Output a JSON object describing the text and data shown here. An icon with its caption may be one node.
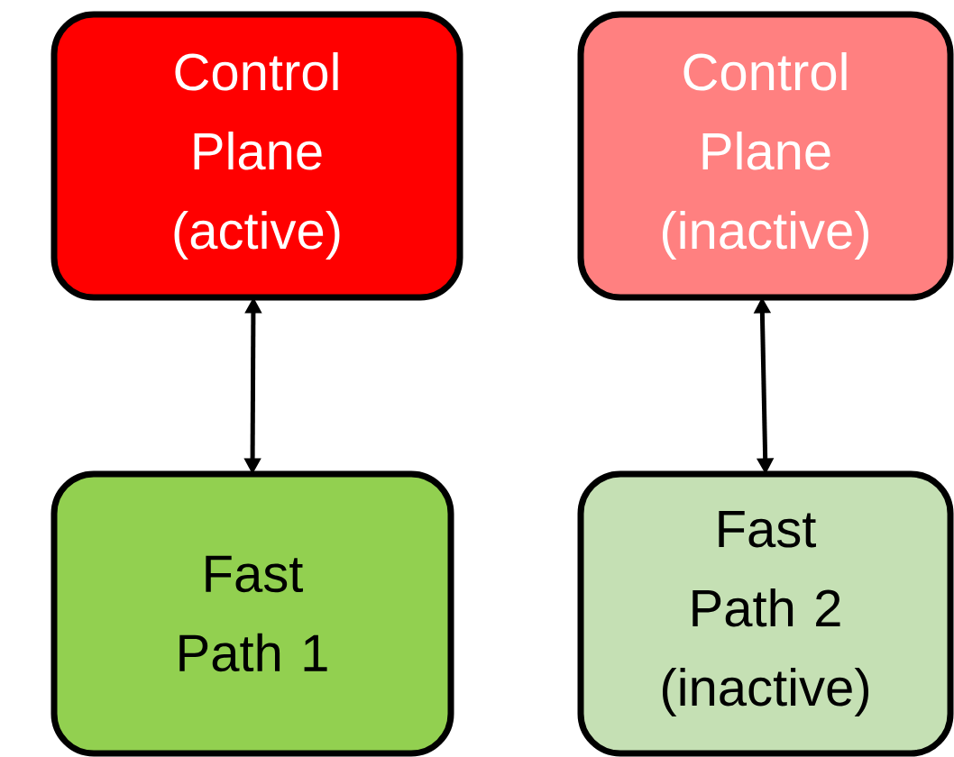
{
  "diagram": {
    "nodes": [
      {
        "text": [
          "Control Plane (active)"
        ]
      },
      {
        "text": [
          "Control Plane (inactive)"
        ]
      },
      {
        "text": [
          "Fast Path 1"
        ]
      },
      {
        "text": [
          "Fast Path 2 (inactive)"
        ]
      }
    ],
    "edges": [
      {
        "from": 0,
        "to": 2,
        "arrow": "both"
      },
      {
        "from": 1,
        "to": 3,
        "arrow": "both"
      }
    ]
  }
}
